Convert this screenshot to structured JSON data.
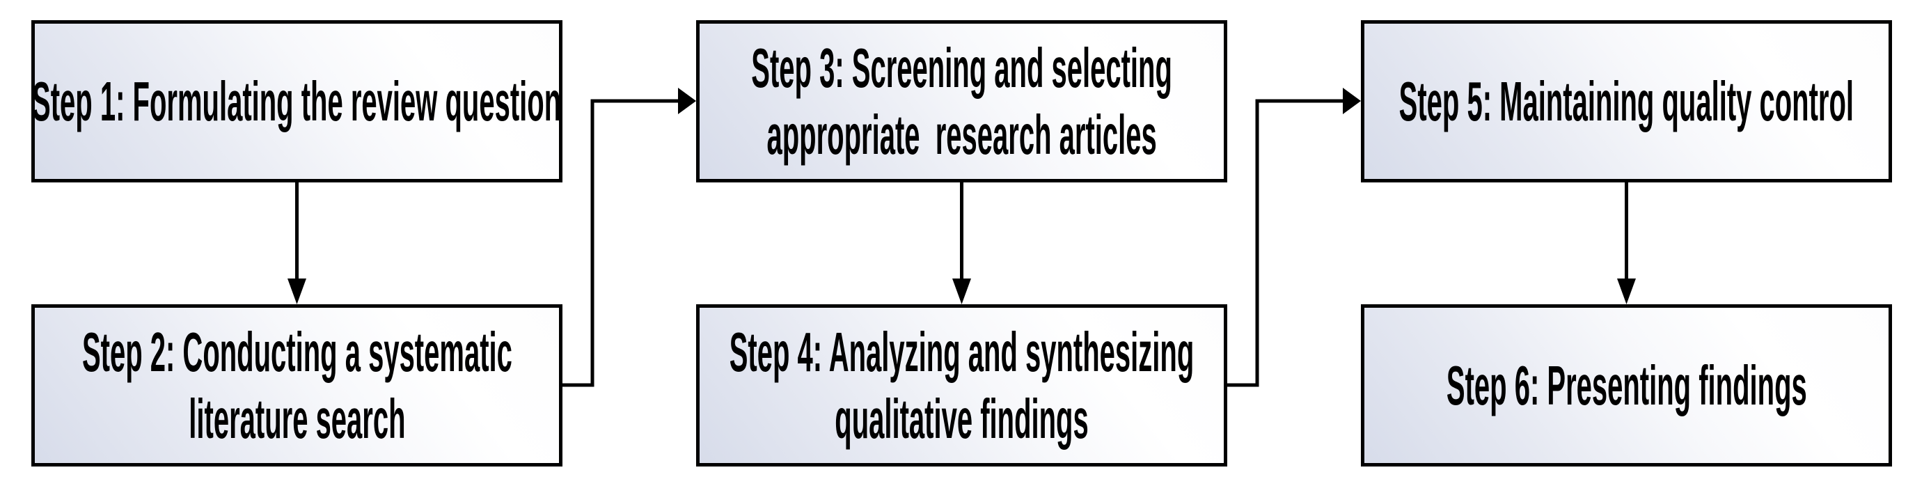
{
  "diagram": {
    "type": "flowchart",
    "description": "Six-step systematic review process flow",
    "steps": [
      {
        "number": 1,
        "lines": [
          "Step 1: Formulating the review question"
        ]
      },
      {
        "number": 2,
        "lines": [
          "Step 2: Conducting a systematic",
          "literature search"
        ]
      },
      {
        "number": 3,
        "lines": [
          "Step 3: Screening and selecting",
          "appropriate  research articles"
        ]
      },
      {
        "number": 4,
        "lines": [
          "Step 4: Analyzing and synthesizing",
          "qualitative findings"
        ]
      },
      {
        "number": 5,
        "lines": [
          "Step 5: Maintaining quality control"
        ]
      },
      {
        "number": 6,
        "lines": [
          "Step 6: Presenting findings"
        ]
      }
    ],
    "connections": [
      {
        "from": "Step 1",
        "to": "Step 2",
        "style": "straight-down-arrow"
      },
      {
        "from": "Step 2",
        "to": "Step 3",
        "style": "elbow-right-up-right-arrow"
      },
      {
        "from": "Step 3",
        "to": "Step 4",
        "style": "straight-down-arrow"
      },
      {
        "from": "Step 4",
        "to": "Step 5",
        "style": "elbow-right-up-right-arrow"
      },
      {
        "from": "Step 5",
        "to": "Step 6",
        "style": "straight-down-arrow"
      }
    ],
    "colors": {
      "box_border": "#000000",
      "box_fill_dark_corner": "#d7dcea",
      "box_fill_light": "#ffffff",
      "text": "#000000",
      "connector": "#000000",
      "canvas": "#ffffff"
    }
  }
}
